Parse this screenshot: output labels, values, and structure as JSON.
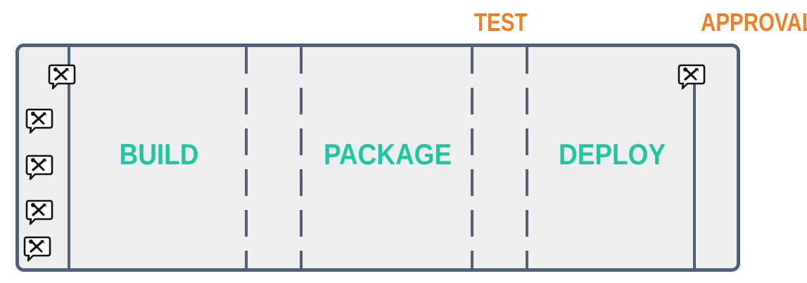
{
  "colors": {
    "accent_orange": "#f07e26",
    "stage_teal": "#1fc6a2",
    "frame": "#525f78",
    "fill": "#eeeeef"
  },
  "labels": {
    "test": "TEST",
    "approval": "APPROVAL"
  },
  "stages": [
    {
      "label": "BUILD"
    },
    {
      "label": "PACKAGE"
    },
    {
      "label": "DEPLOY"
    }
  ],
  "icons": {
    "tool": "wrench-screwdriver-speech-bubble-icon"
  }
}
